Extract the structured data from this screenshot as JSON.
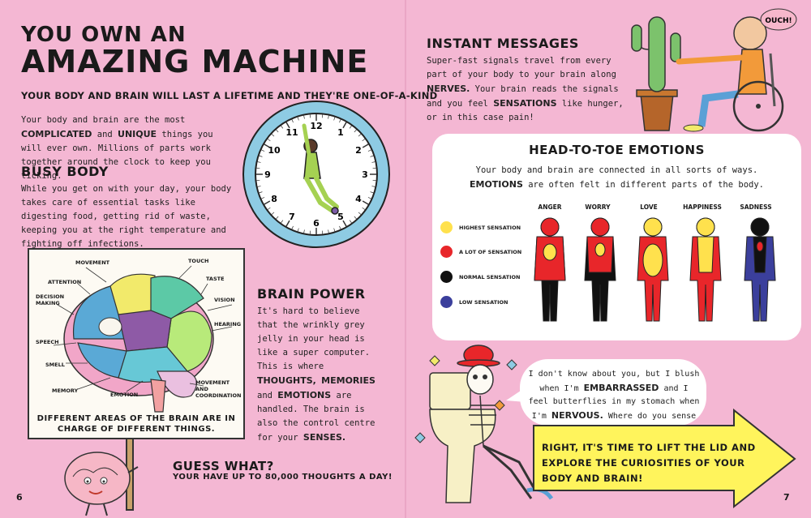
{
  "title": {
    "line1": "YOU OWN AN",
    "line2": "AMAZING MACHINE",
    "subtitle": "YOUR BODY AND BRAIN WILL LAST A LIFETIME AND THEY'RE ONE-OF-A-KIND"
  },
  "intro": {
    "p1": "Your body and brain are the most",
    "k1": "COMPLICATED",
    "p2": "and",
    "k2": "UNIQUE",
    "p3": "things you will ever own. Millions of parts work together around the clock to keep you ticking."
  },
  "busy_body": {
    "heading": "BUSY BODY",
    "text": "While you get on with your day, your body takes care of essential tasks like digesting food, getting rid of waste, keeping you at the right temperature and fighting off infections."
  },
  "clock": {
    "numbers": [
      "12",
      "1",
      "2",
      "3",
      "4",
      "5",
      "6",
      "7",
      "8",
      "9",
      "10",
      "11"
    ],
    "colors": {
      "rim": "#8ecbe3",
      "face": "#ffffff",
      "figure": "#a5d152"
    }
  },
  "brain_sign": {
    "labels": {
      "movement": "MOVEMENT",
      "touch": "TOUCH",
      "attention": "ATTENTION",
      "taste": "TASTE",
      "decision": "DECISION MAKING",
      "vision": "VISION",
      "hearing": "HEARING",
      "speech": "SPEECH",
      "smell": "SMELL",
      "memory": "MEMORY",
      "emotion": "EMOTION",
      "movement_coord": "MOVEMENT AND COORDINATION"
    },
    "caption": "DIFFERENT AREAS OF THE BRAIN ARE IN CHARGE OF DIFFERENT THINGS."
  },
  "brain_power": {
    "heading": "BRAIN POWER",
    "p1": "It's hard to believe that the wrinkly grey jelly in your head is like a super computer. This is where",
    "k1": "THOUGHTS,",
    "k2": "MEMORIES",
    "p2": "and",
    "k3": "EMOTIONS",
    "p3": "are handled. The brain is also the control centre for your",
    "k4": "SENSES."
  },
  "guess": {
    "heading": "GUESS WHAT?",
    "text": "YOUR HAVE UP TO 80,000 THOUGHTS A DAY!"
  },
  "pages": {
    "left": "6",
    "right": "7"
  },
  "instant": {
    "heading": "INSTANT MESSAGES",
    "p1": "Super-fast signals travel from every part of your body to your brain along",
    "k1": "NERVES.",
    "p2": "Your brain reads the signals and you feel",
    "k2": "SENSATIONS",
    "p3": "like hunger, or in this case pain!",
    "ouch": "OUCH!"
  },
  "emotions": {
    "heading": "HEAD-TO-TOE EMOTIONS",
    "sub1": "Your body and brain are connected in all sorts of ways.",
    "k1": "EMOTIONS",
    "sub2": "are often felt in different parts of the body.",
    "legend": [
      {
        "label": "HIGHEST SENSATION",
        "color": "#ffe14d"
      },
      {
        "label": "A LOT OF SENSATION",
        "color": "#e8262a"
      },
      {
        "label": "NORMAL SENSATION",
        "color": "#111111"
      },
      {
        "label": "LOW SENSATION",
        "color": "#3b3f9c"
      }
    ],
    "figures": [
      "ANGER",
      "WORRY",
      "LOVE",
      "HAPPINESS",
      "SADNESS"
    ]
  },
  "speech": {
    "p1": "I don't know about you, but I blush when I'm",
    "k1": "EMBARRASSED",
    "p2": "and I feel butterflies in my stomach when I'm",
    "k2": "NERVOUS.",
    "p3": "Where do you sense different emotions?"
  },
  "arrow": {
    "text": "RIGHT, IT'S TIME TO LIFT THE LID AND EXPLORE THE CURIOSITIES OF YOUR BODY AND BRAIN!",
    "color": "#fff45c"
  }
}
